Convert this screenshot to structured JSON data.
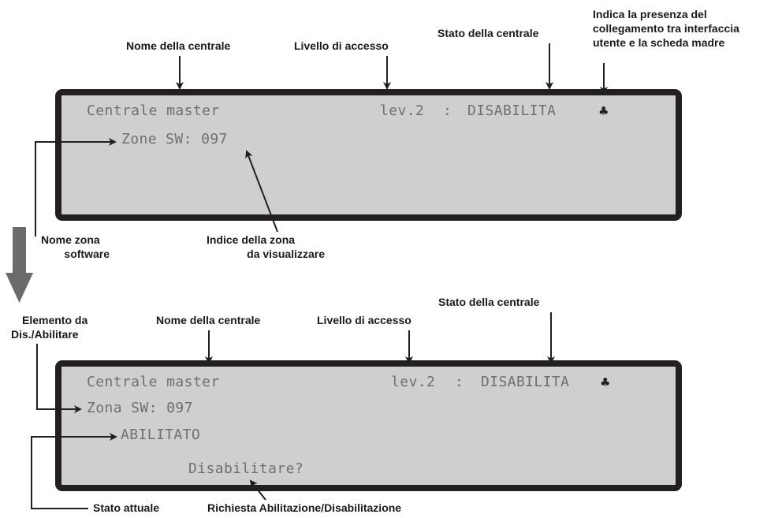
{
  "display1": {
    "panel_name": "Centrale master",
    "access_level": "lev.2",
    "separator": ":",
    "panel_state": "DISABILITA",
    "connection_symbol": "♣",
    "zone_text": "Zone SW: 097"
  },
  "display2": {
    "panel_name": "Centrale master",
    "access_level": "lev.2",
    "separator": ":",
    "panel_state": "DISABILITA",
    "connection_symbol": "♣",
    "zone_text": "Zona SW: 097",
    "current_state": "ABILITATO",
    "question": "Disabilitare?"
  },
  "labels1": {
    "panel_name": "Nome della centrale",
    "access_level": "Livello di accesso",
    "panel_state": "Stato della centrale",
    "link_line1": "Indica la presenza del",
    "link_line2": "collegamento tra interfaccia",
    "link_line3": "utente e la scheda madre",
    "zone_name_line1": "Nome zona",
    "zone_name_line2": "software",
    "zone_index_line1": "Indice della zona",
    "zone_index_line2": "da visualizzare"
  },
  "labels2": {
    "element_line1": "Elemento da",
    "element_line2": "Dis./Abilitare",
    "panel_name": "Nome della centrale",
    "access_level": "Livello di accesso",
    "panel_state": "Stato della centrale",
    "current_state": "Stato attuale",
    "request": "Richiesta Abilitazione/Disabilitazione"
  },
  "colors": {
    "frame": "#231f20",
    "screen": "#cfcfcf",
    "lcd_text": "#6f6f6f",
    "flow_arrow": "#6b6b6b"
  }
}
